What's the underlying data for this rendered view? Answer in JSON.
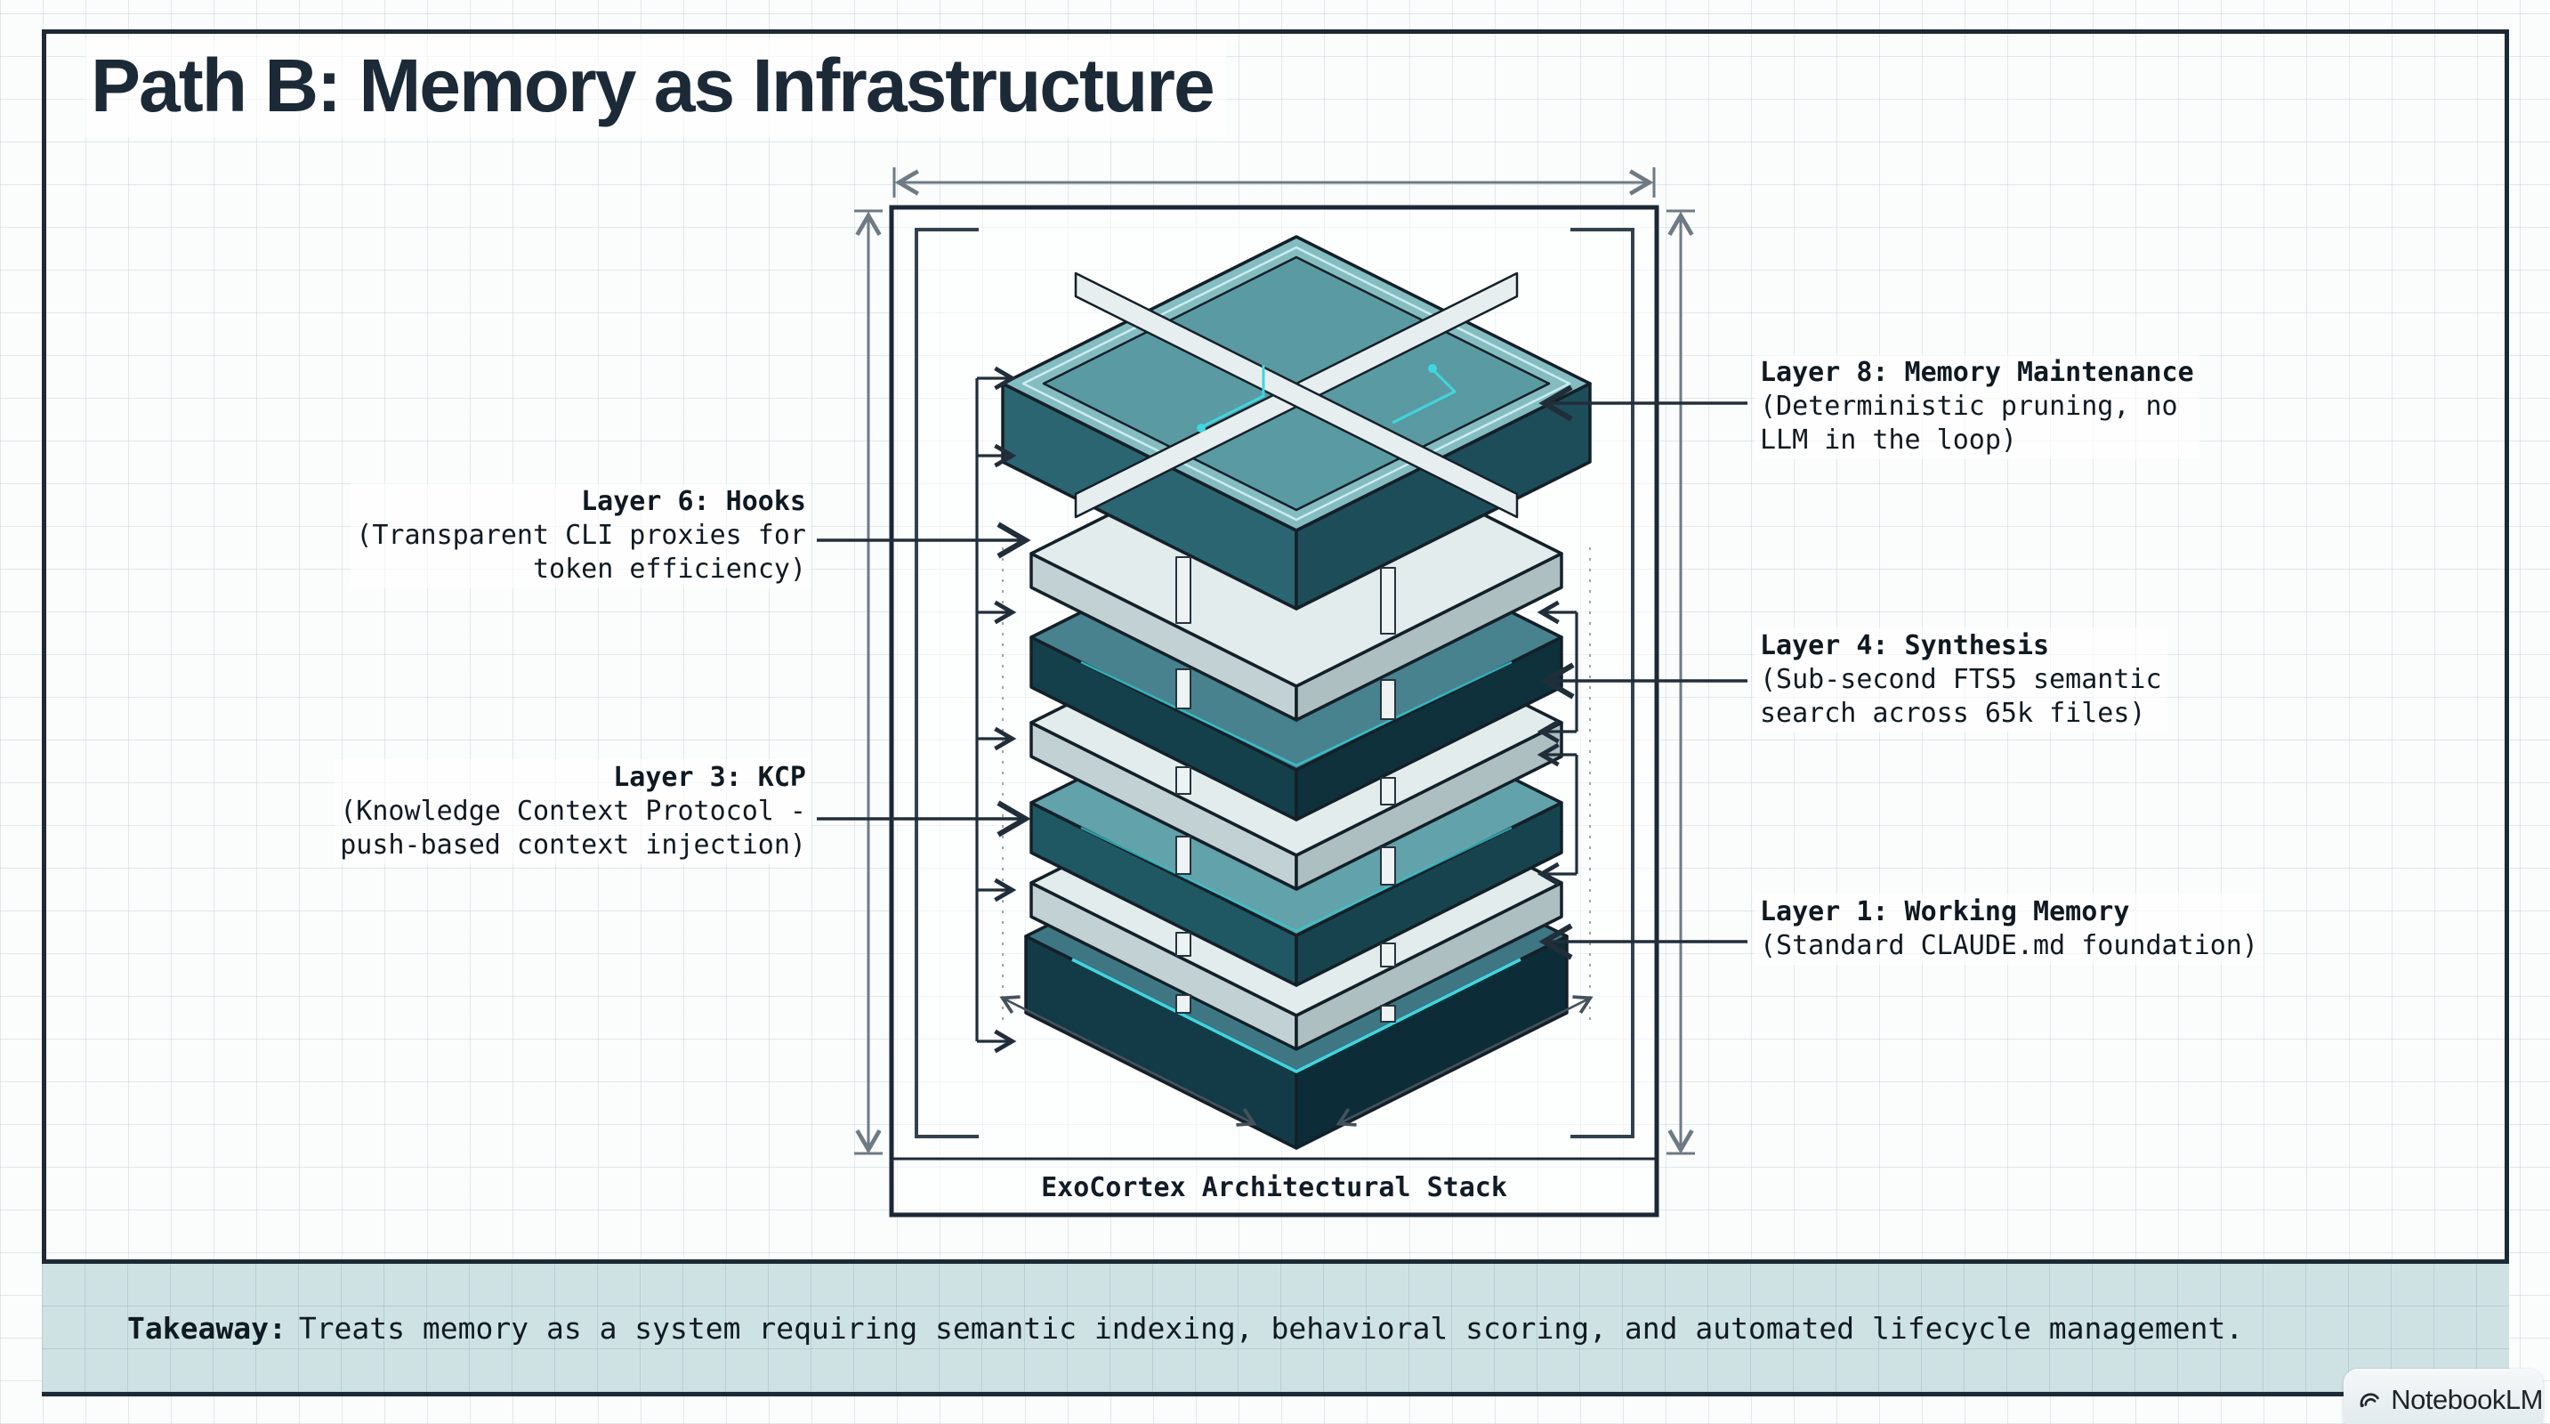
{
  "page": {
    "title": "Path B: Memory as Infrastructure"
  },
  "diagram": {
    "caption": "ExoCortex Architectural Stack",
    "callouts": [
      {
        "side": "right",
        "title": "Layer 8: Memory Maintenance",
        "line1": "(Deterministic pruning, no",
        "line2": "LLM in the loop)"
      },
      {
        "side": "left",
        "title": "Layer 6: Hooks",
        "line1": "(Transparent CLI proxies for",
        "line2": "token efficiency)"
      },
      {
        "side": "right",
        "title": "Layer 4: Synthesis",
        "line1": "(Sub-second FTS5 semantic",
        "line2": "search across 65k files)"
      },
      {
        "side": "left",
        "title": "Layer 3: KCP",
        "line1": "(Knowledge Context Protocol -",
        "line2": "push-based context injection)"
      },
      {
        "side": "right",
        "title": "Layer 1: Working Memory",
        "line1": "(Standard CLAUDE.md foundation)"
      }
    ]
  },
  "takeaway": {
    "label": "Takeaway:",
    "text": "Treats memory as a system requiring semantic indexing, behavioral scoring, and automated lifecycle management."
  },
  "watermark": {
    "brand": "NotebookLM"
  },
  "colors": {
    "frame": "#1d2a35",
    "takeaway_bg": "#cfe2e3",
    "slab_teal_top": "#84bcc1",
    "slab_dark_side": "#123b47",
    "slab_light": "#e3ecec",
    "circuit_cyan": "#3fd6df",
    "ink": "#212e3a"
  }
}
